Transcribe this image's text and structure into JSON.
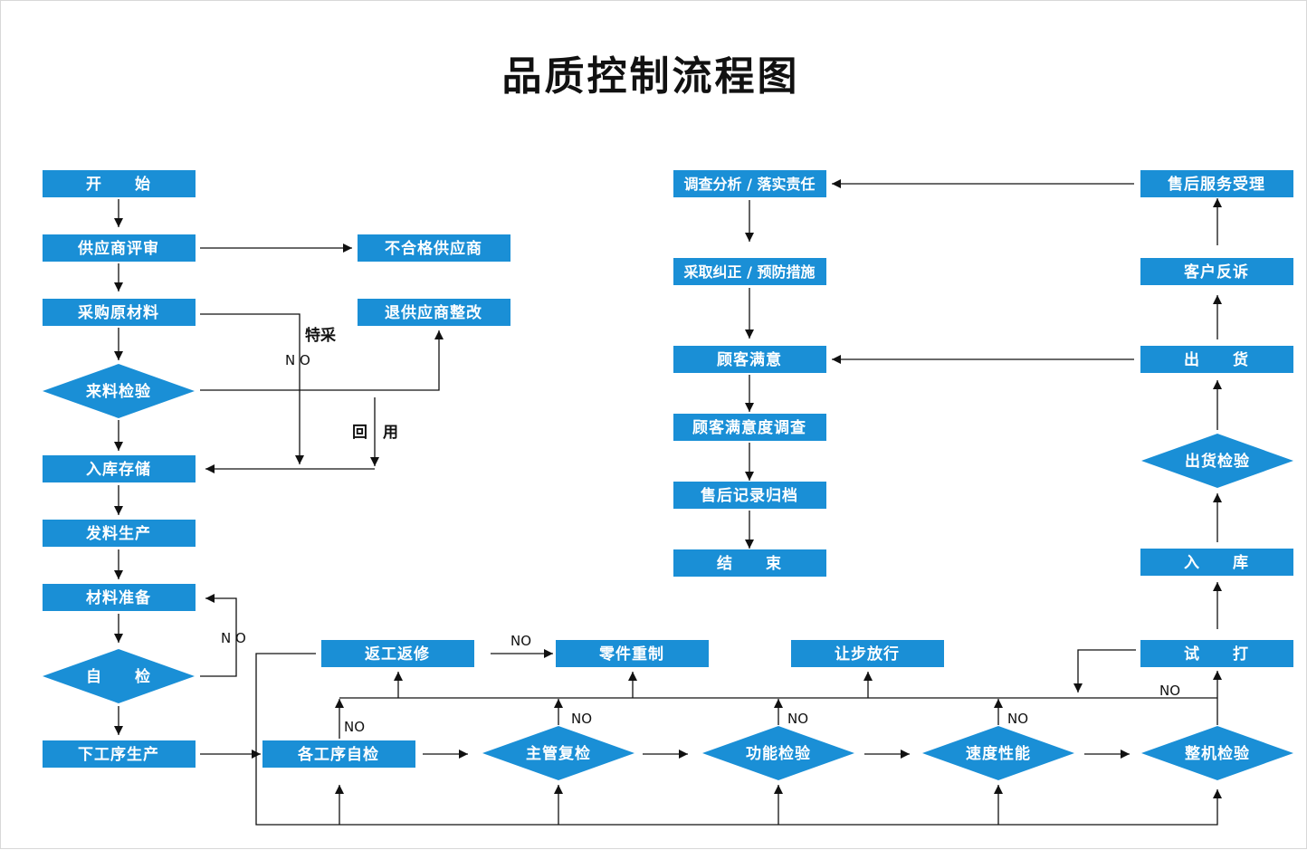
{
  "title": "品质控制流程图",
  "colors": {
    "node_fill": "#1a8fd6",
    "line": "#111111",
    "text": "#ffffff"
  },
  "nodes": {
    "start": "开　　始",
    "supplier_review": "供应商评审",
    "unqualified_supplier": "不合格供应商",
    "purchase": "采购原材料",
    "return_supplier": "退供应商整改",
    "incoming_inspection": "来料检验",
    "warehouse_in": "入库存储",
    "issue_production": "发料生产",
    "material_prep": "材料准备",
    "self_check": "自　　检",
    "next_process": "下工序生产",
    "process_self_check": "各工序自检",
    "rework": "返工返修",
    "parts_remake": "零件重制",
    "concession": "让步放行",
    "supervisor_recheck": "主管复检",
    "function_test": "功能检验",
    "speed_performance": "速度性能",
    "whole_machine": "整机检验",
    "trial_print": "试　　打",
    "storage": "入　　库",
    "shipment_inspection": "出货检验",
    "shipment": "出　　货",
    "complaint": "客户反诉",
    "after_sales_accept": "售后服务受理",
    "investigation": "调查分析 / 落实责任",
    "corrective": "采取纠正 / 预防措施",
    "satisfied": "顾客满意",
    "survey": "顾客满意度调查",
    "archive": "售后记录归档",
    "end": "结　　束"
  },
  "labels": {
    "special_purchase": "特采",
    "no": "NO",
    "no_spaced": "N O",
    "reuse": "回　用"
  }
}
